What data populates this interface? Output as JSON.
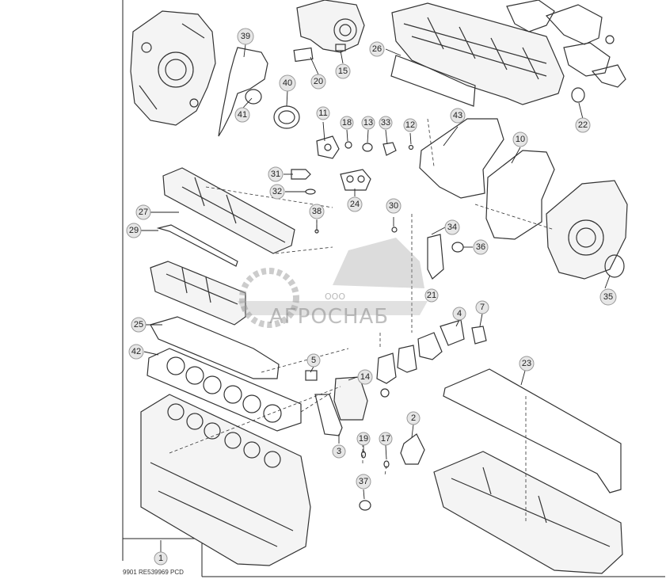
{
  "diagram": {
    "footer_label": "9901  RE539969  PCD",
    "watermark": {
      "company_prefix": "ООО",
      "company_name": "АГРОСНАБ"
    },
    "callouts": {
      "1": "1",
      "2": "2",
      "3": "3",
      "4": "4",
      "5": "5",
      "7": "7",
      "10": "10",
      "11": "11",
      "12": "12",
      "13": "13",
      "14": "14",
      "15": "15",
      "17": "17",
      "18": "18",
      "19": "19",
      "20": "20",
      "21": "21",
      "22": "22",
      "23": "23",
      "24": "24",
      "25": "25",
      "26": "26",
      "27": "27",
      "29": "29",
      "30": "30",
      "31": "31",
      "32": "32",
      "33": "33",
      "34": "34",
      "35": "35",
      "36": "36",
      "37": "37",
      "38": "38",
      "39": "39",
      "40": "40",
      "41": "41",
      "42": "42",
      "43": "43"
    }
  }
}
